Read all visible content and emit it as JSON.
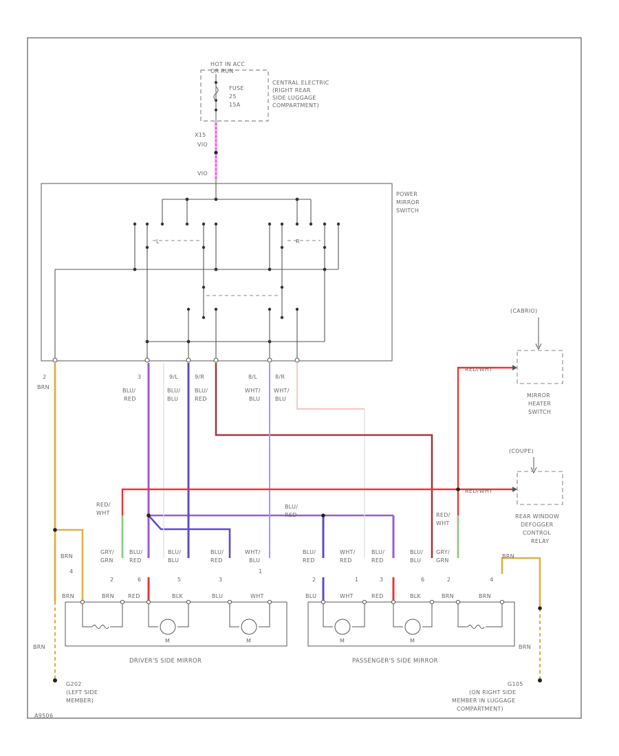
{
  "fuse_block": {
    "hot": "HOT IN ACC",
    "relay": "OR RUN",
    "fuse_lines": [
      "FUSE",
      "25",
      "15A"
    ],
    "location": [
      "CENTRAL ELECTRIC",
      "(RIGHT REAR",
      "SIDE LUGGAGE",
      "COMPARTMENT)"
    ]
  },
  "fuse_wire": {
    "top": "X15",
    "mid": "VIO",
    "bottom": "VIO"
  },
  "switch": {
    "name": [
      "POWER",
      "MIRROR",
      "SWITCH"
    ],
    "left": "L",
    "right": "R"
  },
  "switch_pins": {
    "p2": "2",
    "p2_color": "BRN",
    "p3": "3",
    "p3_color": [
      "BLU/",
      "RED"
    ],
    "p9l": "9/L",
    "p9l_color": [
      "BLU/",
      "BLU"
    ],
    "p9r": "9/R",
    "p9r_color": [
      "BLU/",
      "RED"
    ],
    "p8l": "8/L",
    "p8l_color": [
      "WHT/",
      "BLU"
    ],
    "p8r": "8/R",
    "p8r_color": [
      "WHT/",
      "BLU"
    ]
  },
  "heater": {
    "option": "(CABRIO)",
    "name": [
      "MIRROR",
      "HEATER",
      "SWITCH"
    ],
    "wire": "RED/WHT"
  },
  "defogger": {
    "option": "(COUPE)",
    "name": [
      "REAR WINDOW",
      "DEFOGGER",
      "CONTROL",
      "RELAY"
    ],
    "wire": "RED/WHT"
  },
  "junction": {
    "left": [
      "RED/",
      "WHT"
    ],
    "mid": [
      "BLU/",
      "RED"
    ],
    "right": [
      "RED/",
      "WHT"
    ]
  },
  "driver_mirror": {
    "title": "DRIVER'S SIDE MIRROR",
    "pins": [
      "4",
      "2",
      "6",
      "5",
      "3",
      "1"
    ],
    "top_colors": [
      [
        "BRN"
      ],
      [
        "GRY/",
        "GRN"
      ],
      [
        "BLU/",
        "RED"
      ],
      [
        "BLU/",
        "BLU"
      ],
      [
        "BLU/",
        "RED"
      ],
      [
        "WHT/",
        "BLU"
      ]
    ],
    "bottom_colors": [
      "BRN",
      "BRN",
      "RED",
      "BLK",
      "BLU",
      "WHT"
    ],
    "motor": "M"
  },
  "passenger_mirror": {
    "title": "PASSENGER'S SIDE MIRROR",
    "pins": [
      "2",
      "1",
      "3",
      "6",
      "2",
      "4"
    ],
    "top_colors": [
      [
        "BLU/",
        "RED"
      ],
      [
        "WHT/",
        "RED"
      ],
      [
        "BLU/",
        "RED"
      ],
      [
        "BLU/",
        "BLU"
      ],
      [
        "GRY/",
        "GRN"
      ],
      [
        "BRN"
      ]
    ],
    "bottom_colors": [
      "BLU",
      "WHT",
      "RED",
      "BLK",
      "BRN",
      "BRN"
    ],
    "motor": "M"
  },
  "left_ground": {
    "wire": "BRN",
    "name": [
      "G202",
      "(LEFT SIDE",
      "MEMBER)"
    ]
  },
  "right_ground": {
    "wire": "BRN",
    "name": [
      "G105",
      "(ON RIGHT SIDE",
      "MEMBER IN LUGGAGE",
      "COMPARTMENT)"
    ]
  },
  "footer": "A9506",
  "colors": {
    "vio": "#ee55ee",
    "purple": "#9b59d6",
    "blue": "#5a4cc8",
    "light_blue": "#9a9aff",
    "dark_red": "#a03a3a",
    "red": "#ee3333",
    "pink": "#f2b0b0",
    "green": "#88cc88",
    "tan": "#e0b040",
    "gray": "#555555"
  }
}
